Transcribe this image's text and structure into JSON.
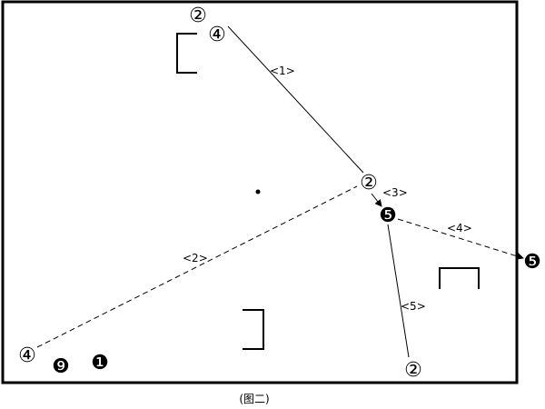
{
  "caption": "(图二)",
  "colors": {
    "line": "#000000",
    "background": "#ffffff"
  },
  "players": [
    {
      "id": "p2-top",
      "label": "②",
      "team": "white"
    },
    {
      "id": "p4-top",
      "label": "④",
      "team": "white"
    },
    {
      "id": "p2-mid",
      "label": "②",
      "team": "white"
    },
    {
      "id": "p5-mid",
      "label": "❺",
      "team": "black"
    },
    {
      "id": "p5-right",
      "label": "❺",
      "team": "black"
    },
    {
      "id": "p4-left",
      "label": "④",
      "team": "white"
    },
    {
      "id": "p9",
      "label": "❾",
      "team": "black"
    },
    {
      "id": "p1",
      "label": "❶",
      "team": "black"
    },
    {
      "id": "p2-bottom",
      "label": "②",
      "team": "white"
    }
  ],
  "moves": [
    {
      "id": "m1",
      "label": "<1>",
      "style": "solid"
    },
    {
      "id": "m2",
      "label": "<2>",
      "style": "dashed"
    },
    {
      "id": "m3",
      "label": "<3>",
      "style": "solid"
    },
    {
      "id": "m4",
      "label": "<4>",
      "style": "dashed"
    },
    {
      "id": "m5",
      "label": "<5>",
      "style": "solid"
    }
  ]
}
